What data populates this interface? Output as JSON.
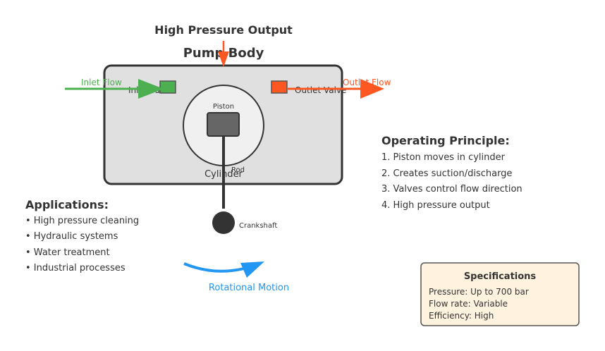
{
  "diagram": {
    "top_label": "High Pressure Output",
    "pump_body_label": "Pump Body",
    "inlet_flow_label": "Inlet Flow",
    "inlet_valve_label": "Inlet Valve",
    "outlet_valve_label": "Outlet Valve",
    "outlet_flow_label": "Outlet Flow",
    "piston_label": "Piston",
    "cylinder_label": "Cylinder",
    "rod_label": "Rod",
    "crankshaft_label": "Crankshaft",
    "rotation_label": "Rotational Motion"
  },
  "colors": {
    "inlet": "#4CAF50",
    "outlet": "#FF5722",
    "rotation": "#2196F3",
    "body_fill": "#e0e0e0",
    "body_stroke": "#333333",
    "cylinder_fill": "#f0f0f0",
    "piston_fill": "#666666",
    "specs_fill": "#fff3e0"
  },
  "applications": {
    "title": "Applications:",
    "items": [
      "• High pressure cleaning",
      "• Hydraulic systems",
      "• Water treatment",
      "• Industrial processes"
    ]
  },
  "principle": {
    "title": "Operating Principle:",
    "items": [
      "1. Piston moves in cylinder",
      "2. Creates suction/discharge",
      "3. Valves control flow direction",
      "4. High pressure output"
    ]
  },
  "specifications": {
    "title": "Specifications",
    "items": [
      "Pressure: Up to 700 bar",
      "Flow rate: Variable",
      "Efficiency: High"
    ]
  }
}
